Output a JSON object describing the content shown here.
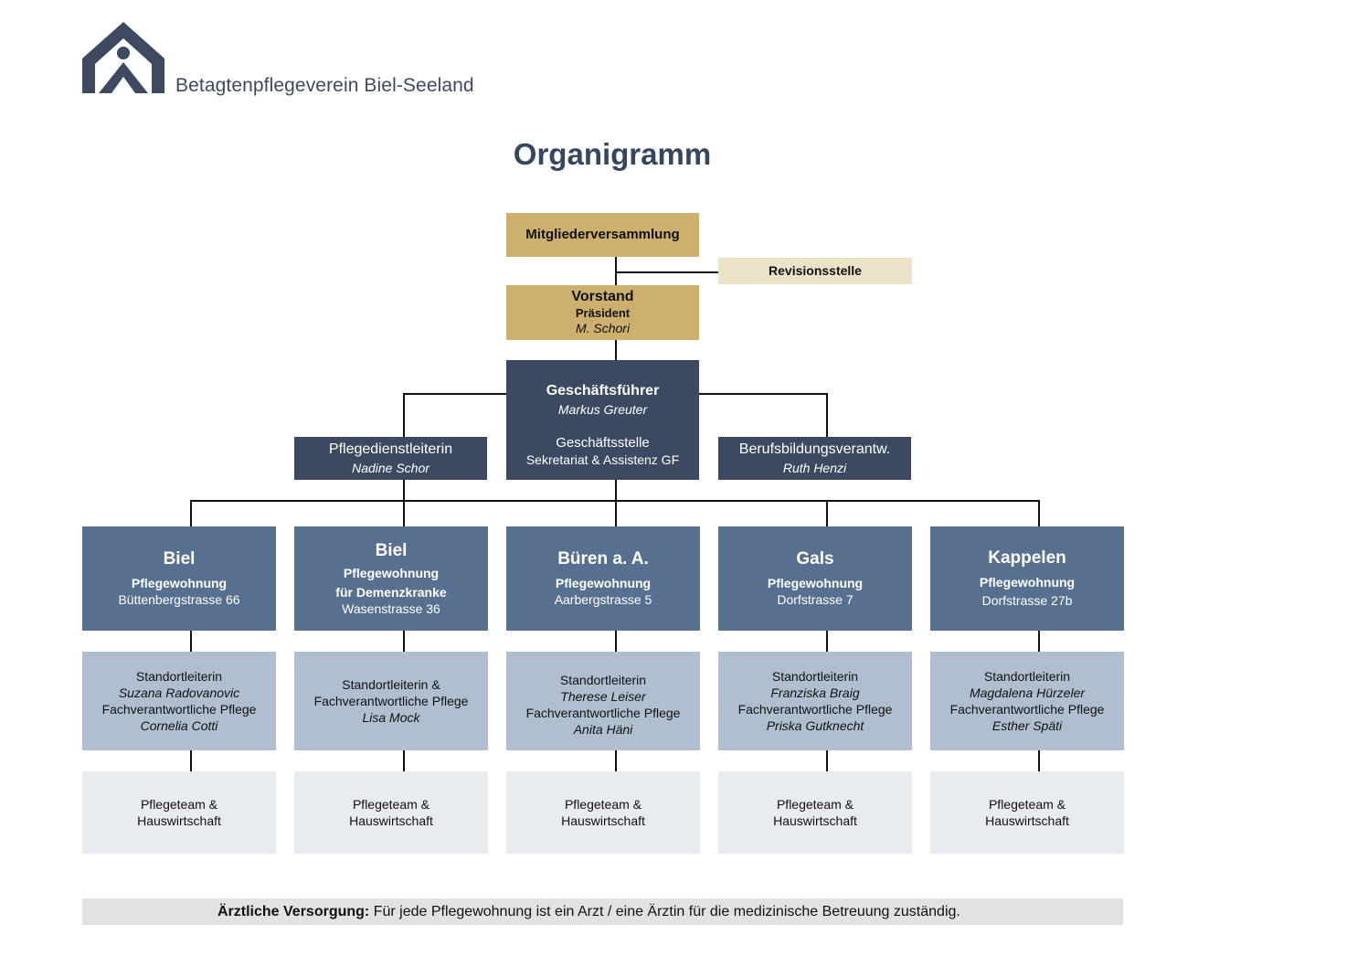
{
  "header": {
    "logo_icon": "house-person-icon",
    "org_name": "Betagtenpflegeverein Biel-Seeland",
    "title": "Organigramm"
  },
  "top": {
    "assembly": "Mitgliederversammlung",
    "audit": "Revisionsstelle",
    "board_title": "Vorstand",
    "board_role": "Präsident",
    "board_person": "M. Schori",
    "ceo_title": "Geschäftsführer",
    "ceo_person": "Markus Greuter"
  },
  "staff": {
    "nursing_head_title": "Pflegedienstleiterin",
    "nursing_head_person": "Nadine Schor",
    "office_title": "Geschäftsstelle",
    "office_sub": "Sekretariat & Assistenz GF",
    "training_title": "Berufsbildungsverantw.",
    "training_person": "Ruth Henzi"
  },
  "locations": [
    {
      "name": "Biel",
      "type": "Pflegewohnung",
      "type2": "",
      "address": "Büttenbergstrasse 66",
      "lead": [
        "Standortleiterin",
        "Suzana Radovanovic",
        "Fachverantwortliche Pflege",
        "Cornelia Cotti"
      ],
      "team": [
        "Pflegeteam &",
        "Hauswirtschaft"
      ]
    },
    {
      "name": "Biel",
      "type": "Pflegewohnung",
      "type2": "für Demenzkranke",
      "address": "Wasenstrasse 36",
      "lead": [
        "Standortleiterin &",
        "Fachverantwortliche Pflege",
        "Lisa Mock",
        ""
      ],
      "team": [
        "Pflegeteam &",
        "Hauswirtschaft"
      ]
    },
    {
      "name": "Büren a. A.",
      "type": "Pflegewohnung",
      "type2": "",
      "address": "Aarbergstrasse 5",
      "lead": [
        "Standortleiterin",
        "Therese Leiser",
        "Fachverantwortliche Pflege",
        "Anita Häni"
      ],
      "team": [
        "Pflegeteam &",
        "Hauswirtschaft"
      ]
    },
    {
      "name": "Gals",
      "type": "Pflegewohnung",
      "type2": "",
      "address": "Dorfstrasse 7",
      "lead": [
        "Standortleiterin",
        "Franziska Braig",
        "Fachverantwortliche Pflege",
        "Priska Gutknecht"
      ],
      "team": [
        "Pflegeteam &",
        "Hauswirtschaft"
      ]
    },
    {
      "name": "Kappelen",
      "type": "Pflegewohnung",
      "type2": "",
      "address": "Dorfstrasse 27b",
      "lead": [
        "Standortleiterin",
        "Magdalena Hürzeler",
        "Fachverantwortliche Pflege",
        "Esther Späti"
      ],
      "team": [
        "Pflegeteam &",
        "Hauswirtschaft"
      ]
    }
  ],
  "footer": {
    "note_label": "Ärztliche Versorgung:",
    "note_text": " Für jede Pflegewohnung ist ein Arzt / eine Ärztin für die medizinische Betreuung zuständig."
  }
}
